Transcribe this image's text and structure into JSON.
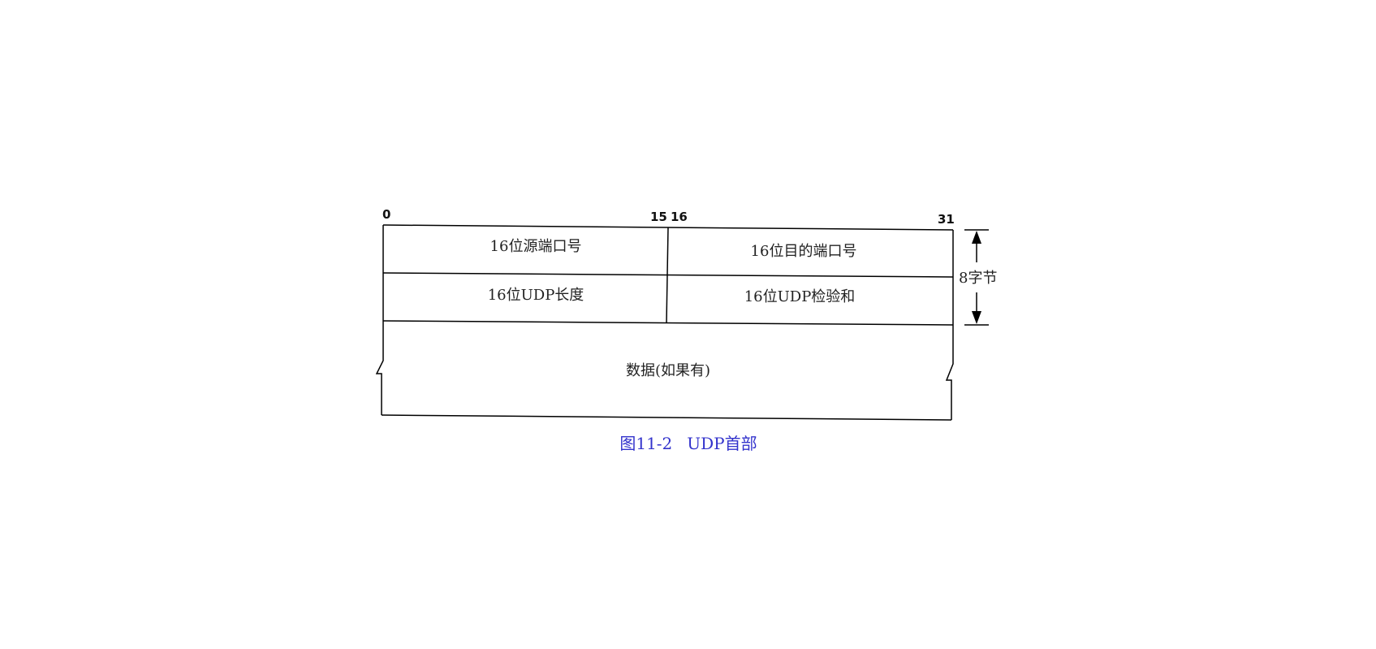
{
  "diagram": {
    "bit_labels": {
      "start": "0",
      "mid_end": "15",
      "mid_start": "16",
      "end": "31"
    },
    "fields": {
      "source_port": "16位源端口号",
      "dest_port": "16位目的端口号",
      "udp_length": "16位UDP长度",
      "udp_checksum": "16位UDP检验和",
      "data": "数据(如果有)"
    },
    "header_size_label": "8字节"
  },
  "caption": {
    "figure_number": "图11-2",
    "title": "UDP首部"
  },
  "colors": {
    "line": "#000000",
    "text": "#222222",
    "caption": "#3333cc"
  }
}
